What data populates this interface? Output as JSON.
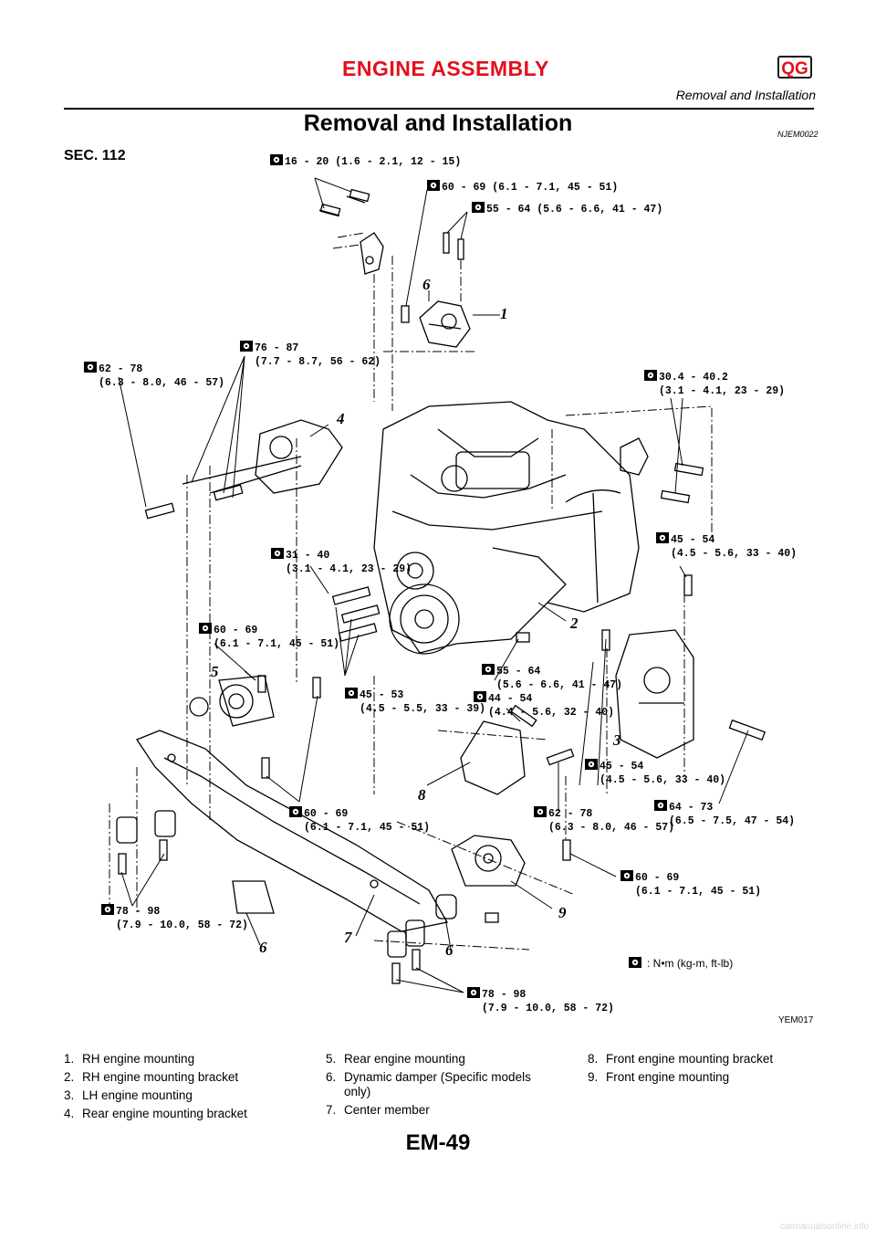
{
  "header": {
    "title": "ENGINE ASSEMBLY",
    "badge": "QG",
    "subtitle": "Removal and Installation"
  },
  "section": {
    "title": "Removal and Installation",
    "ref_code": "NJEM0022",
    "sec_number": "SEC. 112"
  },
  "figure": {
    "code": "YEM017",
    "torque_icon": "wrench-torque-icon",
    "torques": [
      {
        "line1": "16 - 20 (1.6 - 2.1, 12 - 15)",
        "line2": ""
      },
      {
        "line1": "60 - 69 (6.1 - 7.1, 45 - 51)",
        "line2": ""
      },
      {
        "line1": "55 - 64 (5.6 - 6.6, 41 - 47)",
        "line2": ""
      },
      {
        "line1": "62 - 78",
        "line2": "(6.3 - 8.0, 46 - 57)"
      },
      {
        "line1": "76 - 87",
        "line2": "(7.7 - 8.7, 56 - 62)"
      },
      {
        "line1": "30.4 - 40.2",
        "line2": "(3.1 - 4.1, 23 - 29)"
      },
      {
        "line1": "45 - 54",
        "line2": "(4.5 - 5.6, 33 - 40)"
      },
      {
        "line1": "31 - 40",
        "line2": "(3.1 - 4.1, 23 - 29)"
      },
      {
        "line1": "60 - 69",
        "line2": "(6.1 - 7.1, 45 - 51)"
      },
      {
        "line1": "55 - 64",
        "line2": "(5.6 - 6.6, 41 - 47)"
      },
      {
        "line1": "44 - 54",
        "line2": "(4.4 - 5.6, 32 - 40)"
      },
      {
        "line1": "45 - 53",
        "line2": "(4.5 - 5.5, 33 - 39)"
      },
      {
        "line1": "45 - 54",
        "line2": "(4.5 - 5.6, 33 - 40)"
      },
      {
        "line1": "60 - 69",
        "line2": "(6.1 - 7.1, 45 - 51)"
      },
      {
        "line1": "62 - 78",
        "line2": "(6.3 - 8.0, 46 - 57)"
      },
      {
        "line1": "64 - 73",
        "line2": "(6.5 - 7.5, 47 - 54)"
      },
      {
        "line1": "60 - 69",
        "line2": "(6.1 - 7.1, 45 - 51)"
      },
      {
        "line1": "78 - 98",
        "line2": "(7.9 - 10.0, 58 - 72)"
      },
      {
        "line1": "78 - 98",
        "line2": "(7.9 - 10.0, 58 - 72)"
      }
    ],
    "callouts": [
      "1",
      "6",
      "4",
      "2",
      "5",
      "3",
      "8",
      "9",
      "6",
      "7",
      "6"
    ],
    "legend": ": N•m (kg-m, ft-lb)"
  },
  "parts_list": {
    "col1": [
      {
        "num": "1.",
        "text": "RH engine mounting"
      },
      {
        "num": "2.",
        "text": "RH engine mounting bracket"
      },
      {
        "num": "3.",
        "text": "LH engine mounting"
      },
      {
        "num": "4.",
        "text": "Rear engine mounting bracket"
      }
    ],
    "col2": [
      {
        "num": "5.",
        "text": "Rear engine mounting"
      },
      {
        "num": "6.",
        "text": "Dynamic damper (Specific models only)"
      },
      {
        "num": "7.",
        "text": "Center member"
      }
    ],
    "col3": [
      {
        "num": "8.",
        "text": "Front engine mounting bracket"
      },
      {
        "num": "9.",
        "text": "Front engine mounting"
      }
    ]
  },
  "footer": {
    "page_number": "EM-49",
    "watermark": "carmanualsonline.info"
  }
}
